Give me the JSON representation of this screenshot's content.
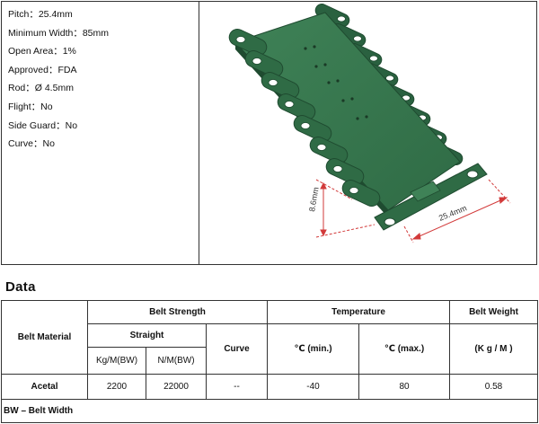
{
  "specs": [
    {
      "label": "Pitch",
      "value": "25.4mm"
    },
    {
      "label": "Minimum Width",
      "value": "85mm"
    },
    {
      "label": "Open Area",
      "value": "1%"
    },
    {
      "label": "Approved",
      "value": "FDA"
    },
    {
      "label": "Rod",
      "value": "Ø 4.5mm"
    },
    {
      "label": "Flight",
      "value": "No"
    },
    {
      "label": "Side Guard",
      "value": "No"
    },
    {
      "label": "Curve",
      "value": "No"
    }
  ],
  "specs_text": [
    "Pitch：25.4mm",
    "Minimum Width：85mm",
    "Open Area：1%",
    "Approved：FDA",
    "Rod：Ø 4.5mm",
    "Flight：No",
    "Side Guard：No",
    "Curve：No"
  ],
  "diagram": {
    "dim_height": "8.6mm",
    "dim_pitch": "25.4mm",
    "belt_color": "#2f6b45",
    "belt_light": "#3f8257",
    "belt_dark": "#1f4b30",
    "dim_color": "#d23a3a"
  },
  "section_title": "Data",
  "table": {
    "belt_material": "Belt Material",
    "belt_strength": "Belt Strength",
    "straight": "Straight",
    "curve": "Curve",
    "kg_m_bw": "Kg/M(BW)",
    "n_m_bw": "N/M(BW)",
    "temperature": "Temperature",
    "temp_min": "℃ (min.)",
    "temp_max": "℃ (max.)",
    "belt_weight": "Belt Weight",
    "weight_unit": "(K g / M )",
    "row": {
      "material": "Acetal",
      "kg": "2200",
      "n": "22000",
      "curve": "--",
      "tmin": "-40",
      "tmax": "80",
      "weight": "0.58"
    },
    "footnote": "BW – Belt Width"
  }
}
